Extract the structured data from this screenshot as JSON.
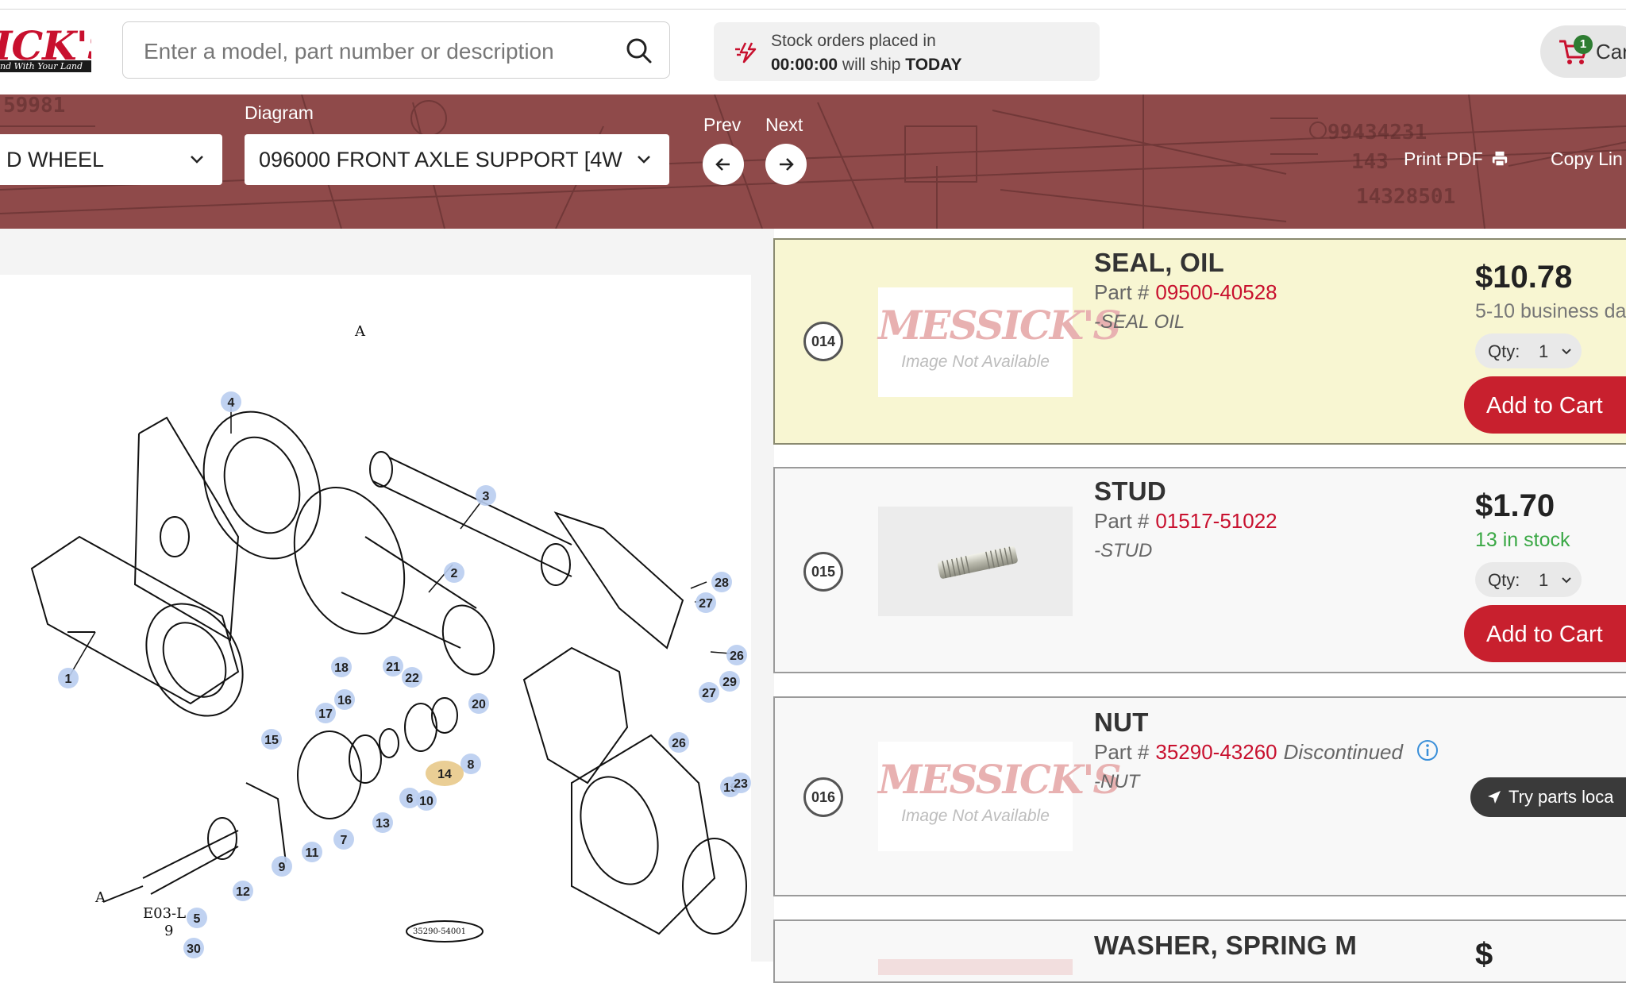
{
  "header": {
    "logo_text": "ICK'S",
    "logo_tagline": "nd With Your Land",
    "search_placeholder": "Enter a model, part number or description",
    "stock_line1": "Stock orders placed in",
    "stock_timer": "00:00:00",
    "stock_mid": " will ship ",
    "stock_today": "TODAY",
    "cart_count": "1",
    "cart_label": "Car"
  },
  "banner": {
    "first_select_value": "D WHEEL",
    "diagram_label": "Diagram",
    "diagram_value": "096000 FRONT AXLE SUPPORT [4W",
    "prev_label": "Prev",
    "next_label": "Next",
    "print_label": "Print PDF",
    "copy_label": "Copy Lin",
    "bg_numbers": [
      "59981",
      "99434231",
      "143",
      "14328501"
    ]
  },
  "diagram": {
    "callouts": [
      "1",
      "2",
      "3",
      "4",
      "5",
      "6",
      "7",
      "8",
      "9",
      "10",
      "11",
      "12",
      "13",
      "14",
      "15",
      "16",
      "17",
      "18",
      "19",
      "20",
      "21",
      "22",
      "23",
      "26",
      "26",
      "27",
      "27",
      "28",
      "29",
      "30"
    ],
    "small_labels": [
      "A",
      "A",
      "E03-L",
      "9",
      "35290-54001"
    ]
  },
  "parts": [
    {
      "seq": "014",
      "title": "SEAL, OIL",
      "part_prefix": "Part #",
      "part_number": "09500-40528",
      "description": "-SEAL OIL",
      "price": "$10.78",
      "availability": "5-10 business da",
      "qty_label": "Qty:",
      "qty_value": "1",
      "button": "Add to Cart",
      "image_placeholder": "MESSICK'S",
      "image_note": "Image Not Available"
    },
    {
      "seq": "015",
      "title": "STUD",
      "part_prefix": "Part #",
      "part_number": "01517-51022",
      "description": "-STUD",
      "price": "$1.70",
      "availability": "13 in stock",
      "qty_label": "Qty:",
      "qty_value": "1",
      "button": "Add to Cart"
    },
    {
      "seq": "016",
      "title": "NUT",
      "part_prefix": "Part #",
      "part_number": "35290-43260",
      "status": "Discontinued",
      "description": "-NUT",
      "locator": "Try parts loca",
      "image_placeholder": "MESSICK'S",
      "image_note": "Image Not Available"
    },
    {
      "title": "WASHER, SPRING M",
      "price": "$"
    }
  ],
  "colors": {
    "brand_red": "#c8102e",
    "banner_bg": "#8f4a4a",
    "highlight_card": "#f8f6d2",
    "in_stock_green": "#3aa845"
  }
}
